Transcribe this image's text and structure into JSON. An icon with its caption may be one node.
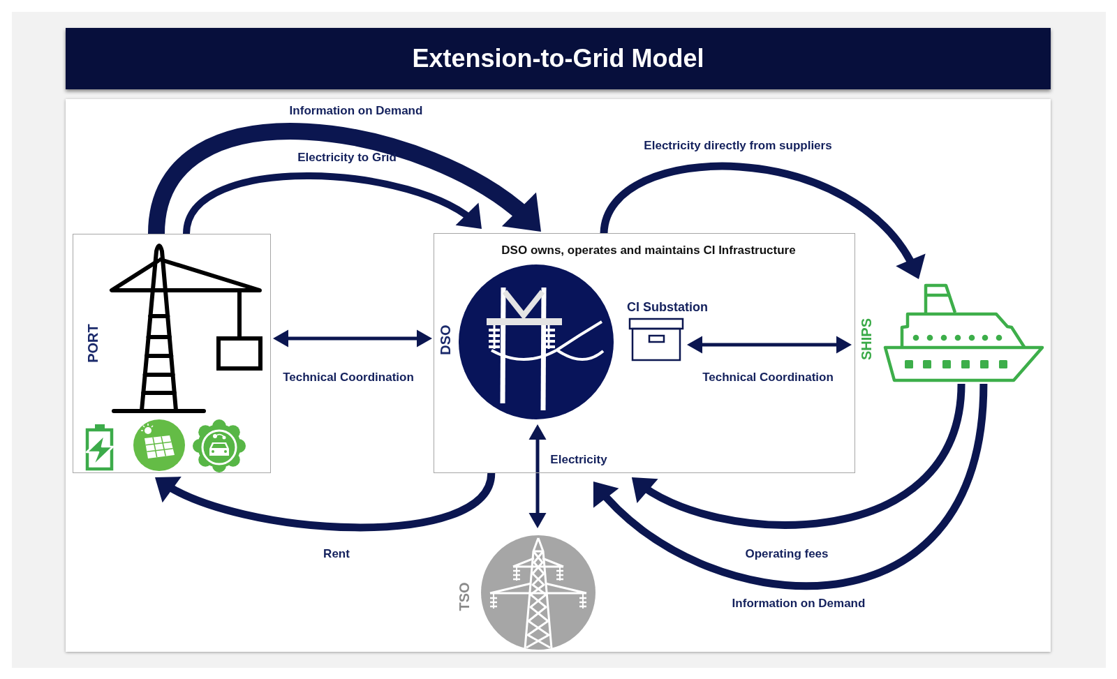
{
  "diagram": {
    "title": "Extension-to-Grid Model",
    "nodes": [
      {
        "text": [
          "PORT"
        ]
      },
      {
        "text": [
          "DSO owns, operates and maintains CI Infrastructure"
        ]
      },
      {
        "text": [
          "DSO"
        ],
        "in": 1
      },
      {
        "text": [
          "CI Substation"
        ],
        "in": 1
      },
      {
        "text": [
          "SHIPS"
        ]
      },
      {
        "text": [
          "TSO"
        ]
      }
    ],
    "edges": [
      {
        "from": 0,
        "to": 1,
        "arrow": "to",
        "label": "Information on Demand",
        "style": "thick"
      },
      {
        "from": 0,
        "to": 1,
        "arrow": "to",
        "label": "Electricity to Grid"
      },
      {
        "from": 1,
        "to": 4,
        "arrow": "to",
        "label": "Electricity directly from suppliers"
      },
      {
        "from": 0,
        "to": 1,
        "arrow": "both",
        "label": "Technical Coordination"
      },
      {
        "from": 3,
        "to": 4,
        "arrow": "both",
        "label": "Technical Coordination"
      },
      {
        "from": 2,
        "to": 5,
        "arrow": "both",
        "label": "Electricity"
      },
      {
        "from": 1,
        "to": 0,
        "arrow": "to",
        "label": "Rent"
      },
      {
        "from": 4,
        "to": 1,
        "arrow": "to",
        "label": "Operating fees"
      },
      {
        "from": 4,
        "to": 1,
        "arrow": "to",
        "label": "Information on Demand"
      }
    ]
  }
}
